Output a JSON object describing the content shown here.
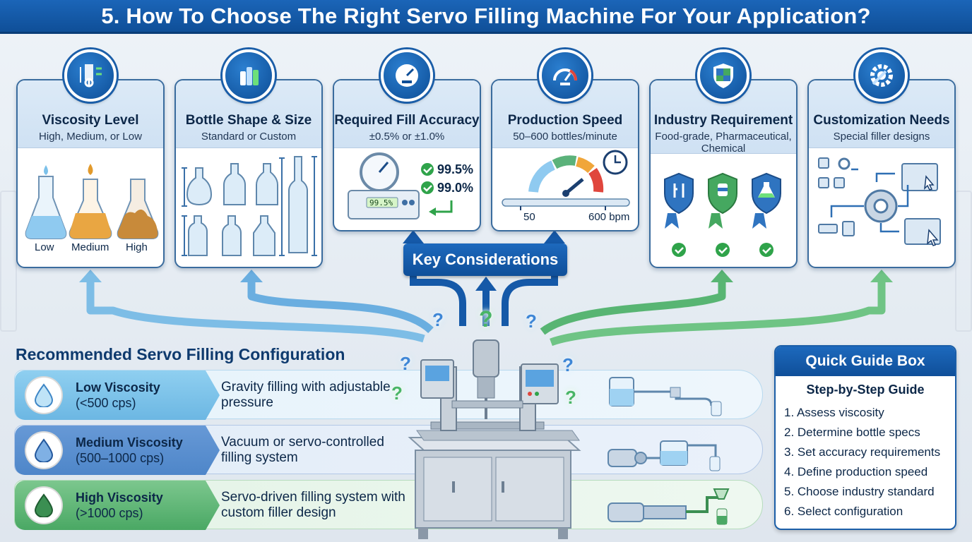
{
  "header": {
    "title": "5. How To Choose The Right Servo Filling Machine For Your Application?"
  },
  "colors": {
    "primary": "#0f4f99",
    "light_blue": "#6cb7e3",
    "mid_blue": "#4e86c9",
    "green": "#4aa864",
    "check_green": "#2fa34a"
  },
  "cards": [
    {
      "title": "Viscosity Level",
      "subtitle": "High, Medium, or Low",
      "icon": "viscosity-flask-icon",
      "labels": [
        "Low",
        "Medium",
        "High"
      ]
    },
    {
      "title": "Bottle Shape & Size",
      "subtitle": "Standard or Custom",
      "icon": "bottles-icon"
    },
    {
      "title": "Required Fill Accuracy",
      "subtitle": "±0.5% or ±1.0%",
      "icon": "gauge-icon",
      "scale_display": "99.5%",
      "values": [
        "99.5%",
        "99.0%"
      ]
    },
    {
      "title": "Production Speed",
      "subtitle": "50–600 bottles/minute",
      "icon": "speedometer-icon",
      "range_min": "50",
      "range_max": "600 bpm"
    },
    {
      "title": "Industry Requirement",
      "subtitle": "Food-grade, Pharmaceutical, Chemical",
      "icon": "industry-shield-icon"
    },
    {
      "title": "Customization Needs",
      "subtitle": "Special filler designs",
      "icon": "gear-wrench-icon"
    }
  ],
  "key_considerations": "Key Considerations",
  "recommended": {
    "title": "Recommended Servo Filling Configuration",
    "rows": [
      {
        "name": "Low Viscosity",
        "range": "(<500 cps)",
        "desc": "Gravity filling with adjustable pressure"
      },
      {
        "name": "Medium Viscosity",
        "range": "(500–1000 cps)",
        "desc": "Vacuum or servo-controlled filling system"
      },
      {
        "name": "High Viscosity",
        "range": "(>1000 cps)",
        "desc": "Servo-driven filling system with custom filler design"
      }
    ]
  },
  "quick_guide": {
    "title": "Quick Guide Box",
    "subtitle": "Step-by-Step Guide",
    "steps": [
      "1. Assess viscosity",
      "2. Determine bottle specs",
      "3. Set accuracy requirements",
      "4. Define production speed",
      "5. Choose industry standard",
      "6. Select configuration"
    ]
  }
}
